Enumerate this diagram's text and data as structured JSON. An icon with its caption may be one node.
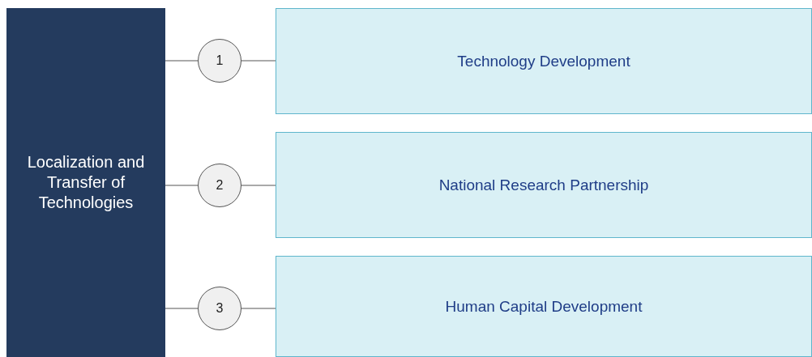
{
  "diagram": {
    "nodes": [
      {
        "text": [
          "Localization and Transfer of Technologies"
        ]
      },
      {
        "text": [
          "1"
        ]
      },
      {
        "text": [
          "Technology Development"
        ]
      },
      {
        "text": [
          "2"
        ]
      },
      {
        "text": [
          "National Research Partnership"
        ]
      },
      {
        "text": [
          "3"
        ]
      },
      {
        "text": [
          "Human Capital Development"
        ]
      }
    ],
    "edges": [
      {
        "from": 0,
        "to": 1,
        "arrow": "none"
      },
      {
        "from": 1,
        "to": 2,
        "arrow": "none"
      },
      {
        "from": 0,
        "to": 3,
        "arrow": "none"
      },
      {
        "from": 3,
        "to": 4,
        "arrow": "none"
      },
      {
        "from": 0,
        "to": 5,
        "arrow": "none"
      },
      {
        "from": 5,
        "to": 6,
        "arrow": "none"
      }
    ]
  }
}
